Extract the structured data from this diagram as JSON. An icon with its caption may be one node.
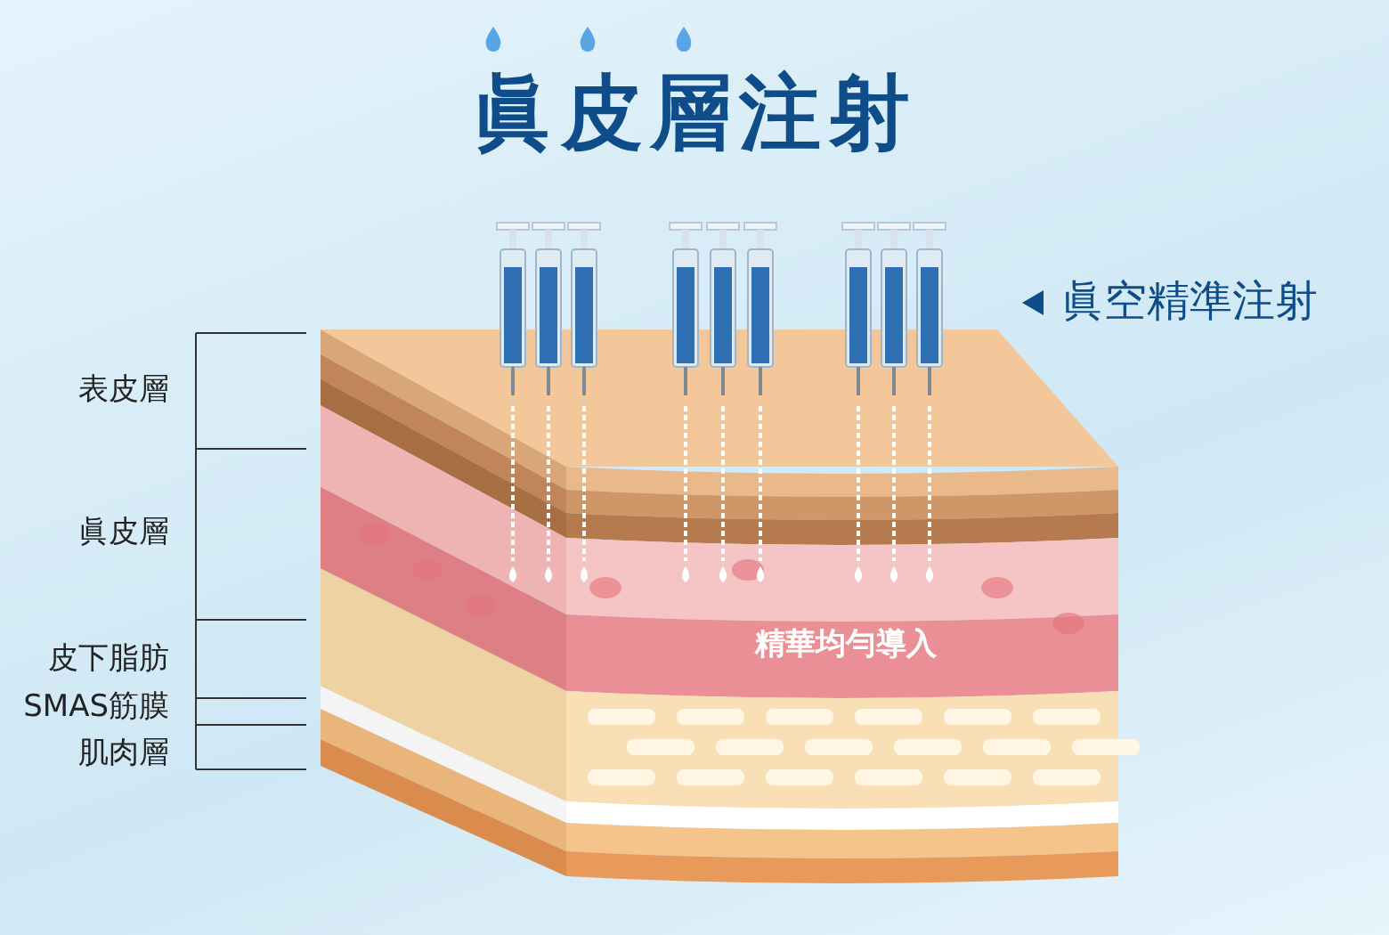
{
  "diagram": {
    "title": "眞皮層注射",
    "labels": [
      "表皮層",
      "眞皮層",
      "皮下脂肪",
      "SMAS筋膜",
      "肌肉層",
      "眞空精準注射",
      "精華均勻導入"
    ]
  }
}
